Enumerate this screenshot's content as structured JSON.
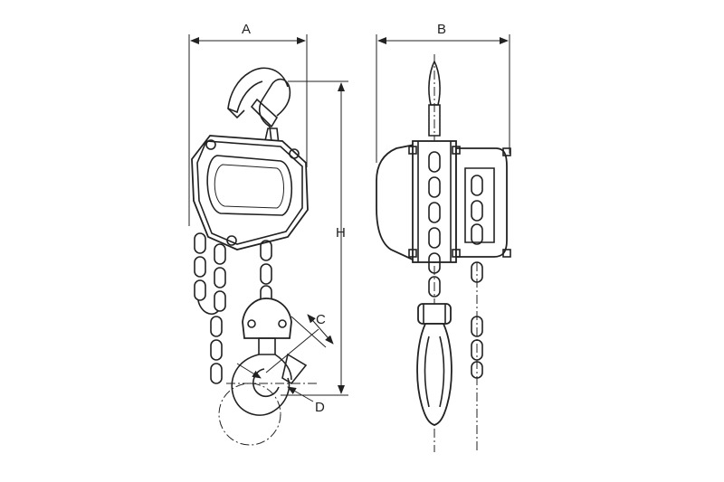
{
  "dimensions": {
    "a": "A",
    "b": "B",
    "h": "H",
    "c": "C",
    "d": "D"
  },
  "colors": {
    "line": "#222222",
    "background": "#ffffff"
  }
}
